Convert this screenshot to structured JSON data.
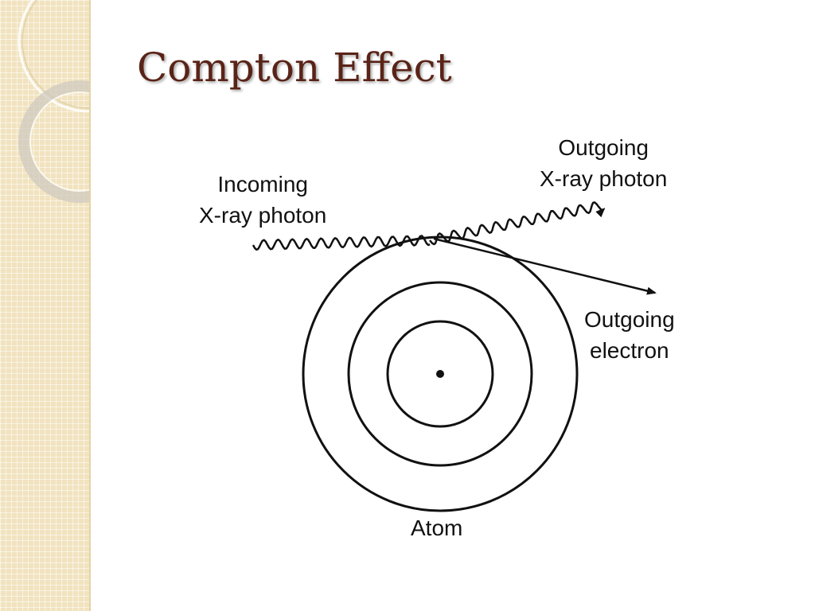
{
  "slide": {
    "title": "Compton Effect"
  },
  "diagram": {
    "labels": {
      "incoming_line1": "Incoming",
      "incoming_line2": "X-ray photon",
      "outgoing_photon_line1": "Outgoing",
      "outgoing_photon_line2": "X-ray photon",
      "outgoing_electron_line1": "Outgoing",
      "outgoing_electron_line2": "electron",
      "atom": "Atom"
    }
  }
}
